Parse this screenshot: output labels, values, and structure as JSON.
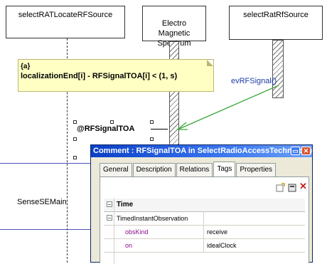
{
  "lifelines": {
    "left_label": "selectRATLocateRFSource",
    "middle_label": "Electro\nMagnetic\nSpectrum",
    "right_label": "selectRatRfSource"
  },
  "constraint_note": {
    "tag": "{a}",
    "expression": "localizationEnd[i] - RFSignalTOA[i] < (1, s)"
  },
  "message": {
    "label": "evRFSignal()"
  },
  "observation": {
    "label": "@RFSignalTOA"
  },
  "frame": {
    "label": "SenseSEMain"
  },
  "dialog": {
    "title": "Comment : RFSignalTOA in SelectRadioAccessTechnology",
    "tabs": [
      "General",
      "Description",
      "Relations",
      "Tags",
      "Properties"
    ],
    "active_tab": "Tags",
    "section_header": "Time",
    "stereotype": "TimedInstantObservation",
    "rows": [
      {
        "name": "obsKind",
        "value": "receive"
      },
      {
        "name": "on",
        "value": "idealClock"
      }
    ],
    "colors": {
      "tag_name": "#8b0a8b",
      "titlebar": "#0a3fc7"
    }
  }
}
